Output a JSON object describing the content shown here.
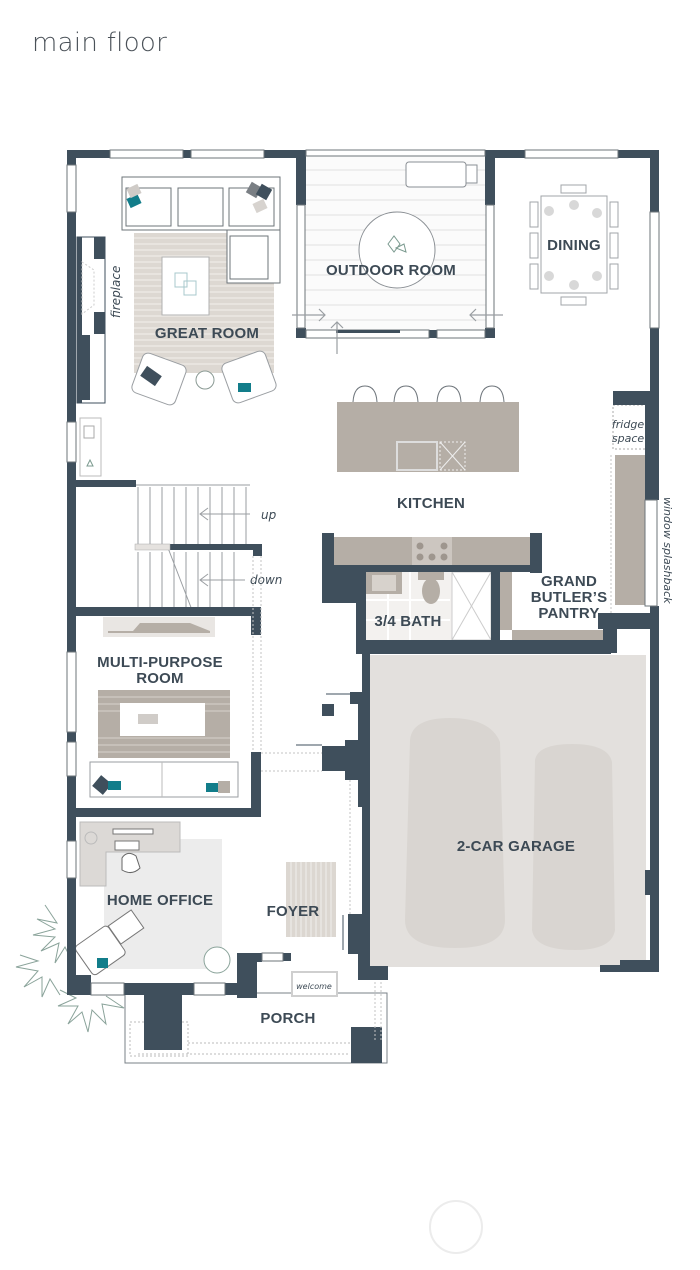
{
  "header": {
    "title": "main floor"
  },
  "colors": {
    "wall": "#3f4f5c",
    "floor_gray": "#e3e0dd",
    "counter": "#b5aea6",
    "rug": "#d9d4cf",
    "accent_teal": "#127d8a",
    "label": "#3d4a55",
    "plant": "#8aa39a"
  },
  "rooms": {
    "great_room": "GREAT ROOM",
    "outdoor_room": "OUTDOOR ROOM",
    "dining": "DINING",
    "kitchen": "KITCHEN",
    "bath": "3/4 BATH",
    "pantry_line1": "GRAND",
    "pantry_line2": "BUTLER’S",
    "pantry_line3": "PANTRY",
    "multi_line1": "MULTI-PURPOSE",
    "multi_line2": "ROOM",
    "home_office": "HOME OFFICE",
    "foyer": "FOYER",
    "garage": "2-CAR GARAGE",
    "porch": "PORCH"
  },
  "annotations": {
    "fireplace": "fireplace",
    "fridge_line1": "fridge",
    "fridge_line2": "space",
    "window_splashback": "window splashback",
    "stairs_up": "up",
    "stairs_down": "down",
    "welcome_mat": "welcome"
  }
}
